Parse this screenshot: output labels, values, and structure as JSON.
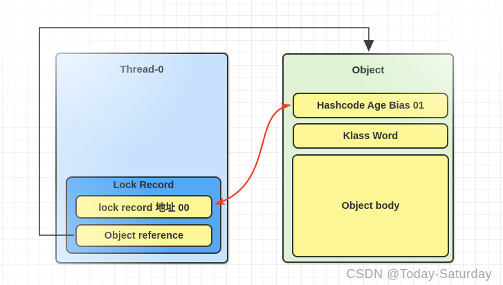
{
  "diagram": {
    "thread_box": {
      "title": "Thread-0"
    },
    "lock_record_box": {
      "title": "Lock Record",
      "rows": [
        {
          "label": "lock record 地址 00"
        },
        {
          "label": "Object reference"
        }
      ]
    },
    "object_box": {
      "title": "Object",
      "rows": [
        {
          "label": "Hashcode Age Bias 01"
        },
        {
          "label": "Klass Word"
        },
        {
          "label": "Object body"
        }
      ]
    },
    "connectors": {
      "object_reference_to_object": "black-elbow-arrow",
      "mark_word_lock_record_link": "red-double-headed-curve"
    },
    "colors": {
      "thread_fill": "#c8e2fd",
      "lock_record_fill": "#55a8f3",
      "cell_fill": "#fdf695",
      "object_fill": "#dff3d4",
      "border": "#333333",
      "connector_black": "#3d3d3d",
      "connector_red": "#f23b2a",
      "watermark_gray": "#a6a6a6"
    },
    "watermark": "CSDN @Today-Saturday"
  }
}
